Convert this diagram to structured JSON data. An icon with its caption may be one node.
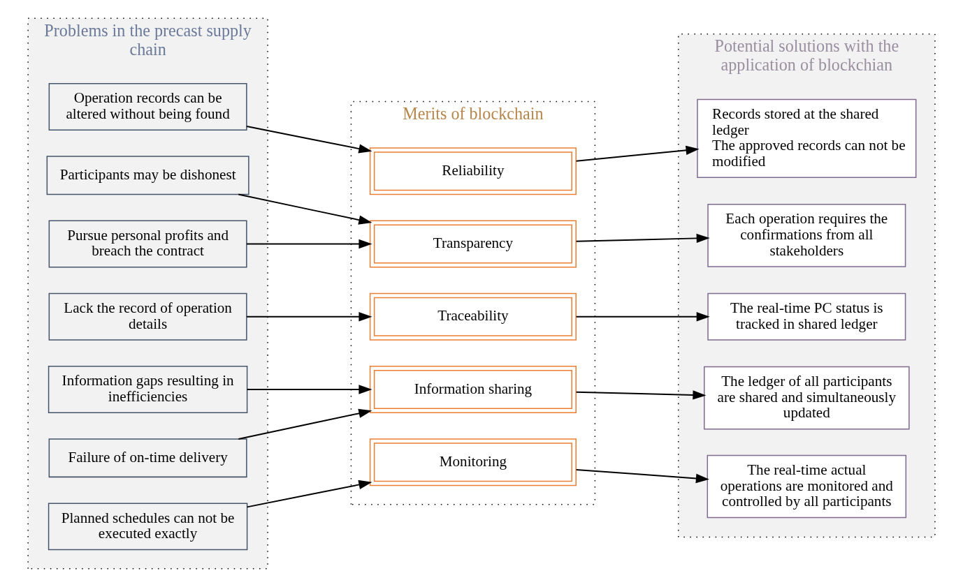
{
  "diagram": {
    "nodes": [
      {
        "text": [
          "Problems in the precast supply chain"
        ]
      },
      {
        "text": [
          "Operation records can be altered without being found"
        ],
        "in": 0
      },
      {
        "text": [
          "Participants may be dishonest"
        ],
        "in": 0
      },
      {
        "text": [
          "Pursue personal profits and breach the contract"
        ],
        "in": 0
      },
      {
        "text": [
          "Lack the record of operation details"
        ],
        "in": 0
      },
      {
        "text": [
          "Information gaps resulting in inefficiencies"
        ],
        "in": 0
      },
      {
        "text": [
          "Failure of on-time delivery"
        ],
        "in": 0
      },
      {
        "text": [
          "Planned schedules can not be executed exactly"
        ],
        "in": 0
      },
      {
        "text": [
          "Merits of blockchain"
        ]
      },
      {
        "text": [
          "Reliability"
        ],
        "in": 8
      },
      {
        "text": [
          "Transparency"
        ],
        "in": 8
      },
      {
        "text": [
          "Traceability"
        ],
        "in": 8
      },
      {
        "text": [
          "Information sharing"
        ],
        "in": 8
      },
      {
        "text": [
          "Monitoring"
        ],
        "in": 8
      },
      {
        "text": [
          "Potential solutions with the application of blockchian"
        ]
      },
      {
        "text": [
          "Records stored at the shared ledger",
          "The approved records can not be modified"
        ],
        "in": 14
      },
      {
        "text": [
          "Each operation requires the confirmations from all stakeholders"
        ],
        "in": 14
      },
      {
        "text": [
          "The real-time PC status is tracked in shared ledger"
        ],
        "in": 14
      },
      {
        "text": [
          "The ledger of all participants are shared and simultaneously updated"
        ],
        "in": 14
      },
      {
        "text": [
          "The real-time actual operations are monitored and controlled by all participants"
        ],
        "in": 14
      }
    ],
    "edges": [
      {
        "from": 1,
        "to": 9,
        "arrow": "to"
      },
      {
        "from": 2,
        "to": 10,
        "arrow": "to"
      },
      {
        "from": 3,
        "to": 10,
        "arrow": "to"
      },
      {
        "from": 4,
        "to": 11,
        "arrow": "to"
      },
      {
        "from": 5,
        "to": 12,
        "arrow": "to"
      },
      {
        "from": 6,
        "to": 12,
        "arrow": "to"
      },
      {
        "from": 7,
        "to": 13,
        "arrow": "to"
      },
      {
        "from": 9,
        "to": 15,
        "arrow": "to"
      },
      {
        "from": 10,
        "to": 16,
        "arrow": "to"
      },
      {
        "from": 11,
        "to": 17,
        "arrow": "to"
      },
      {
        "from": 12,
        "to": 18,
        "arrow": "to"
      },
      {
        "from": 13,
        "to": 19,
        "arrow": "to"
      }
    ]
  }
}
